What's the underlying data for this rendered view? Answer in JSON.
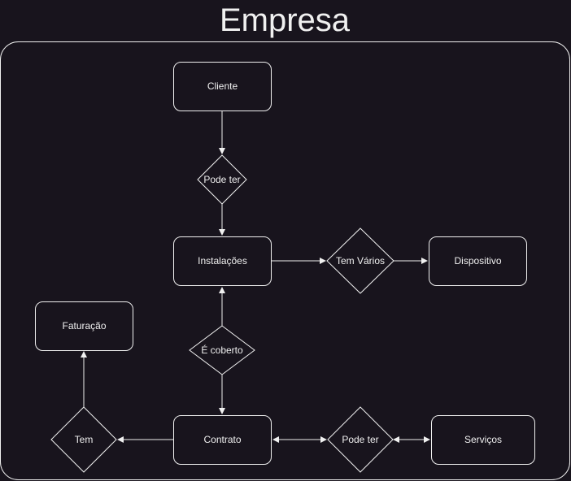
{
  "title": "Empresa",
  "entities": {
    "cliente": "Cliente",
    "instalacoes": "Instalações",
    "dispositivo": "Dispositivo",
    "faturacao": "Faturação",
    "contrato": "Contrato",
    "servicos": "Serviços"
  },
  "relationships": {
    "pode_ter_1": "Pode ter",
    "tem_varios": "Tem Vários",
    "e_coberto": "É coberto",
    "tem": "Tem",
    "pode_ter_2": "Pode ter"
  },
  "colors": {
    "background": "#18141d",
    "stroke": "#f0f0f0",
    "text": "#f0f0f0"
  }
}
